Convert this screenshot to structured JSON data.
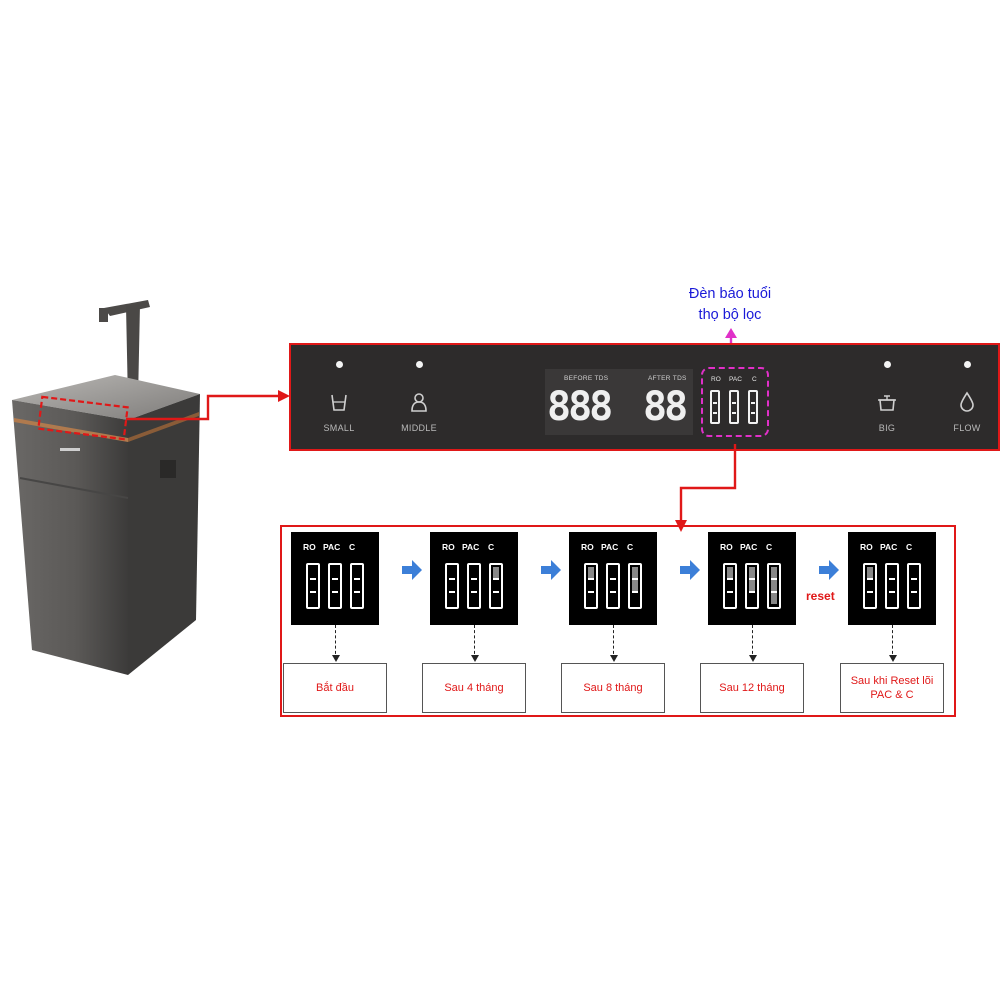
{
  "callout": {
    "line1": "Đèn báo tuổi",
    "line2": "thọ bộ lọc"
  },
  "panel": {
    "buttons": [
      {
        "label": "SMALL",
        "icon": "cup-icon"
      },
      {
        "label": "MIDDLE",
        "icon": "bottle-icon"
      },
      {
        "label": "BIG",
        "icon": "pot-icon"
      },
      {
        "label": "FLOW",
        "icon": "drop-icon"
      }
    ],
    "before_tds_label": "BEFORE TDS",
    "after_tds_label": "AFTER TDS",
    "before_digits": "888",
    "after_digits": "88",
    "filter_labels": [
      "RO",
      "PAC",
      "C"
    ]
  },
  "stages": [
    {
      "caption": "Bắt đầu",
      "ro": 1.0,
      "pac": 1.0,
      "c": 1.0
    },
    {
      "caption": "Sau 4 tháng",
      "ro": 1.0,
      "pac": 1.0,
      "c": 0.66
    },
    {
      "caption": "Sau 8 tháng",
      "ro": 0.66,
      "pac": 1.0,
      "c": 0.33
    },
    {
      "caption": "Sau 12 tháng",
      "ro": 0.66,
      "pac": 0.33,
      "c": 0.0
    },
    {
      "caption": "Sau khi Reset lõi PAC & C",
      "ro": 0.66,
      "pac": 1.0,
      "c": 1.0
    }
  ],
  "reset_label": "reset",
  "colors": {
    "red": "#e01818",
    "blue_arrow": "#3c7fd8",
    "magenta": "#e030c8",
    "callout_blue": "#1a1ad8"
  }
}
